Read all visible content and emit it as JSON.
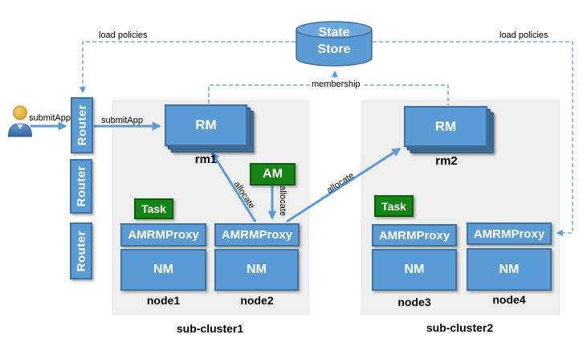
{
  "state_store": {
    "line1": "State",
    "line2": "Store"
  },
  "edges": {
    "load_policies_left": "load policies",
    "load_policies_right": "load policies",
    "membership": "membership",
    "submit_app_user": "submitApp",
    "submit_app_router": "submitApp",
    "allocate_to_rm1": "allocate",
    "allocate_am_to_proxy": "allocate",
    "allocate_to_rm2": "allocate"
  },
  "routers": [
    {
      "label": "Router"
    },
    {
      "label": "Router"
    },
    {
      "label": "Router"
    }
  ],
  "subclusters": [
    {
      "name": "sub-cluster1",
      "rm_label": "RM",
      "rm_name": "rm1",
      "am_label": "AM",
      "task_label": "Task",
      "nodes": [
        {
          "name": "node1",
          "proxy_label": "AMRMProxy",
          "nm_label": "NM"
        },
        {
          "name": "node2",
          "proxy_label": "AMRMProxy",
          "nm_label": "NM"
        }
      ]
    },
    {
      "name": "sub-cluster2",
      "rm_label": "RM",
      "rm_name": "rm2",
      "task_label": "Task",
      "nodes": [
        {
          "name": "node3",
          "proxy_label": "AMRMProxy",
          "nm_label": "NM"
        },
        {
          "name": "node4",
          "proxy_label": "AMRMProxy",
          "nm_label": "NM"
        }
      ]
    }
  ],
  "colors": {
    "box_blue": "#5b9bd5",
    "box_border": "#41719c",
    "green": "#148414",
    "green_border": "#0c5c0c",
    "arrow_blue": "#5b9bd5",
    "subcluster_bg": "#efefef"
  }
}
